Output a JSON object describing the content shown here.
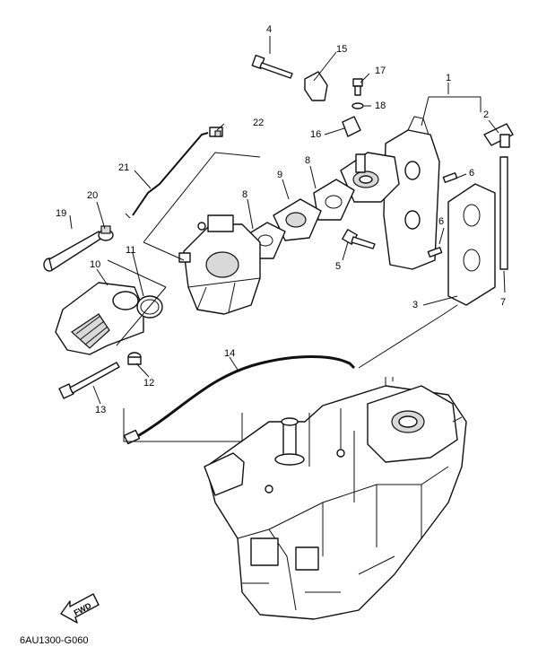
{
  "diagram_code": "6AU1300-G060",
  "fwd_label": "FWD",
  "callouts": [
    {
      "id": "1",
      "label": "1"
    },
    {
      "id": "2",
      "label": "2"
    },
    {
      "id": "3",
      "label": "3"
    },
    {
      "id": "4",
      "label": "4"
    },
    {
      "id": "5",
      "label": "5"
    },
    {
      "id": "6a",
      "label": "6"
    },
    {
      "id": "6b",
      "label": "6"
    },
    {
      "id": "7",
      "label": "7"
    },
    {
      "id": "8a",
      "label": "8"
    },
    {
      "id": "8b",
      "label": "8"
    },
    {
      "id": "9",
      "label": "9"
    },
    {
      "id": "10",
      "label": "10"
    },
    {
      "id": "11",
      "label": "11"
    },
    {
      "id": "12",
      "label": "12"
    },
    {
      "id": "13",
      "label": "13"
    },
    {
      "id": "14",
      "label": "14"
    },
    {
      "id": "15",
      "label": "15"
    },
    {
      "id": "16",
      "label": "16"
    },
    {
      "id": "17",
      "label": "17"
    },
    {
      "id": "18",
      "label": "18"
    },
    {
      "id": "19",
      "label": "19"
    },
    {
      "id": "20",
      "label": "20"
    },
    {
      "id": "21",
      "label": "21"
    },
    {
      "id": "22",
      "label": "22"
    }
  ]
}
